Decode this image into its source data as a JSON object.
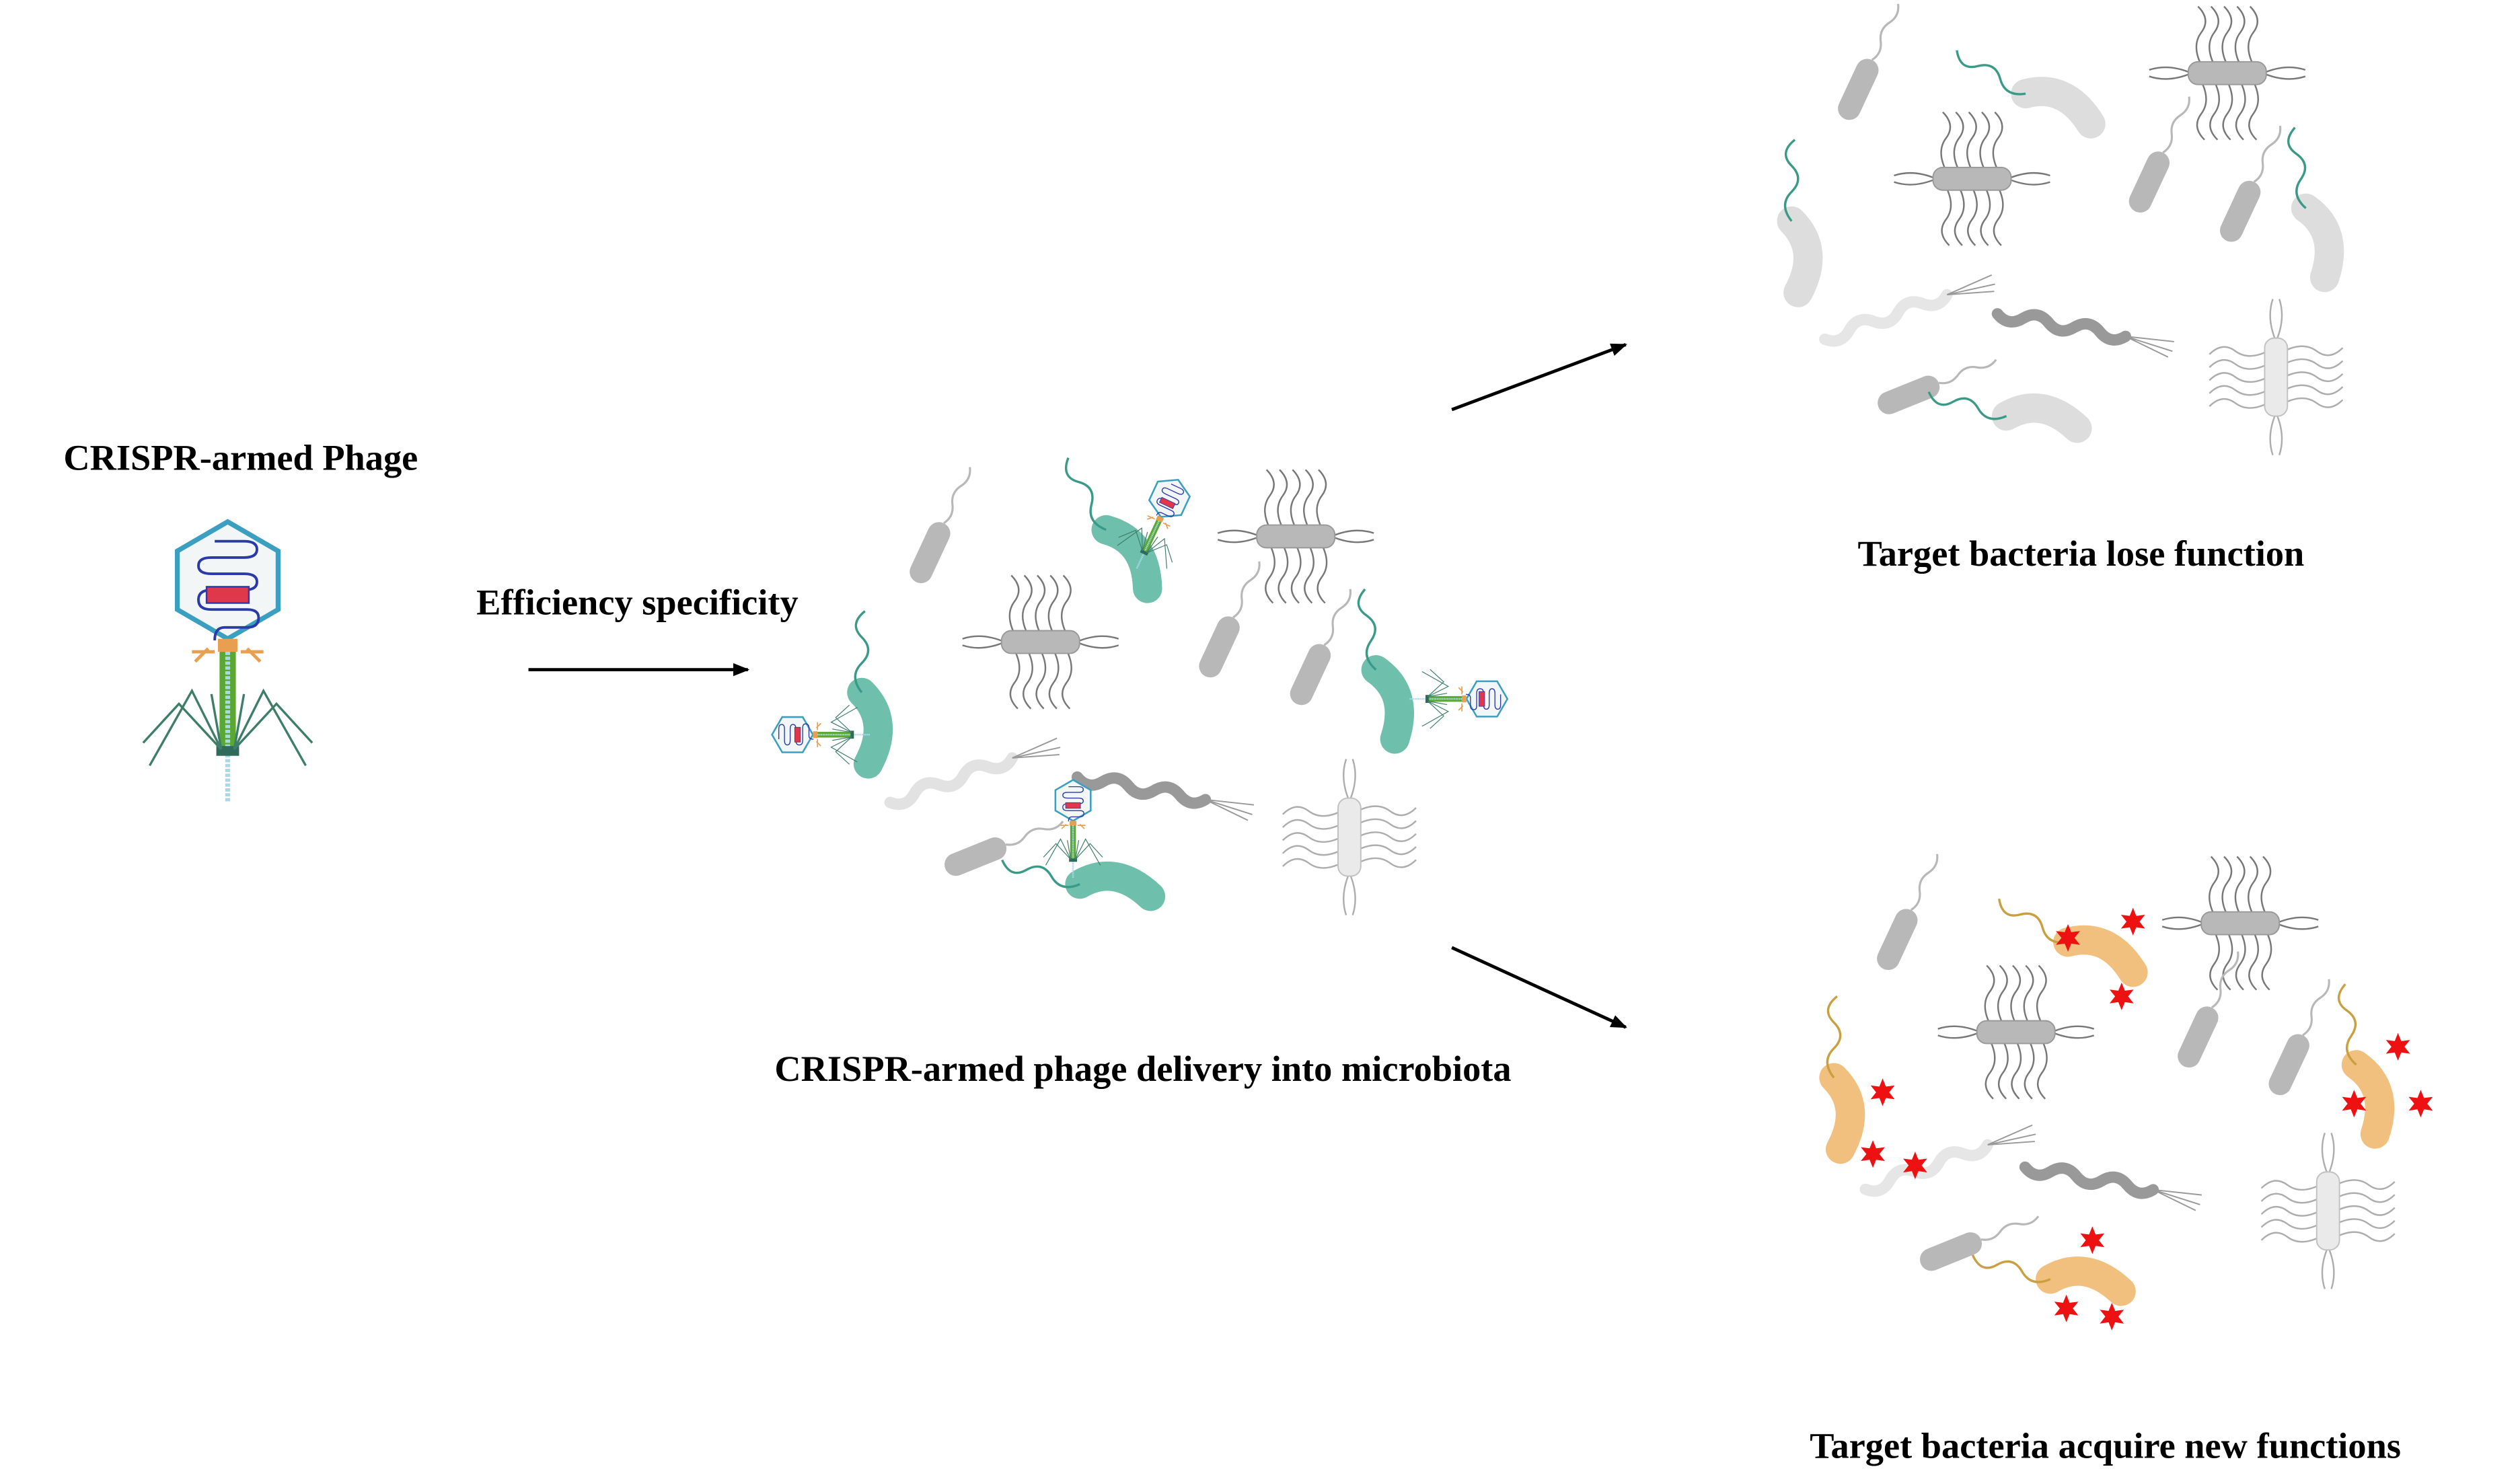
{
  "labels": {
    "phage": "CRISPR-armed Phage",
    "arrow": "Efficiency specificity",
    "delivery": "CRISPR-armed phage delivery into microbiota",
    "lose": "Target bacteria lose function",
    "acquire": "Target bacteria acquire new functions"
  },
  "colors": {
    "capsid": "#3a9fc0",
    "dna": "#2a3aa8",
    "crispr_cassette": "#e0384a",
    "tail": "#5aa832",
    "collar": "#e8a050",
    "commensal_bacteria": "#b8b8b8",
    "targeted_bacteria": "#6fbfad",
    "engineered_bacteria": "#f2c07e",
    "new_function_star": "#ee1111",
    "arrow": "#000000"
  }
}
